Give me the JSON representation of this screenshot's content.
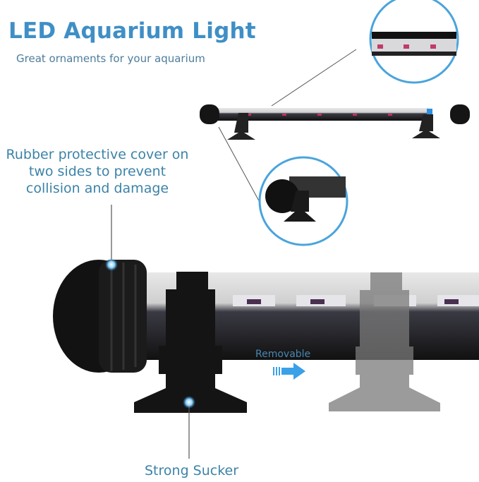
{
  "title": "LED Aquarium Light",
  "subtitle": "Great ornaments for your aquarium",
  "callouts": {
    "cover_lines": [
      "Rubber protective cover on",
      "two sides to prevent",
      "collision and damage"
    ],
    "removable": "Removable",
    "sucker": "Strong Sucker"
  },
  "colors": {
    "accent": "#3f8fc6",
    "callout_text": "#3c83a8",
    "arrow": "#3aa0e8",
    "body": "#141414"
  },
  "icons": {
    "removable_arrow": "arrow-right-icon",
    "marker": "glowing-dot-icon"
  }
}
